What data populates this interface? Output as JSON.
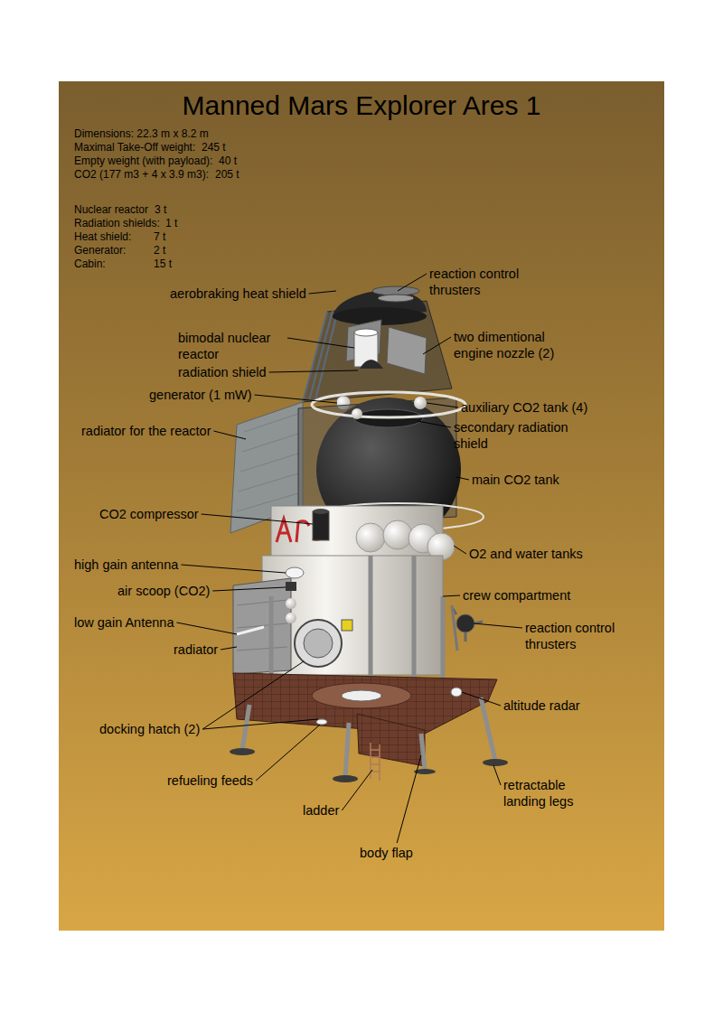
{
  "diagram": {
    "title": "Manned Mars Explorer Ares 1",
    "labels": [
      "Dimensions: 22.3 m x 8.2 m",
      "Maximal Take-Off weight:",
      "245 t",
      "Empty weight (with payload):",
      "40 t",
      "CO2 (177 m3 + 4 x 3.9 m3):",
      "205 t",
      "Nuclear reactor",
      "3 t",
      "Radiation shields:",
      "1 t",
      "Heat shield:",
      "7 t",
      "Generator:",
      "2 t",
      "Cabin:",
      "15 t",
      "reaction control thrusters",
      "aerobraking heat shield",
      "bimodal nuclear reactor",
      "two dimentional engine nozzle (2)",
      "radiation shield",
      "generator (1 mW)",
      "auxiliary CO2 tank (4)",
      "secondary radiation shield",
      "radiator for the reactor",
      "main CO2 tank",
      "CO2 compressor",
      "O2 and water tanks",
      "high gain antenna",
      "crew compartment",
      "air scoop (CO2)",
      "reaction control thrusters",
      "low gain Antenna",
      "radiator",
      "altitude radar",
      "docking hatch (2)",
      "refueling feeds",
      "ladder",
      "body flap",
      "retractable landing legs"
    ]
  }
}
